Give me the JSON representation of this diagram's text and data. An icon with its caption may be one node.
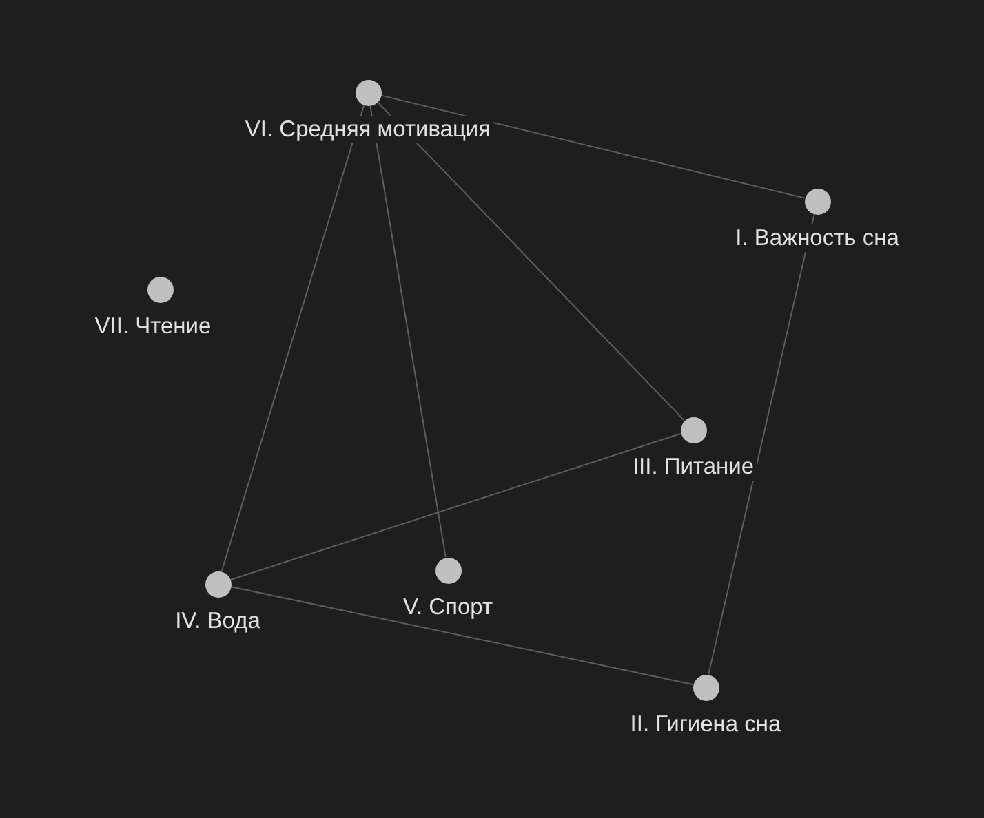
{
  "diagram": {
    "nodes": [
      {
        "text": [
          "VI. Средняя мотивация"
        ]
      },
      {
        "text": [
          "I. Важность сна"
        ]
      },
      {
        "text": [
          "VII. Чтение"
        ]
      },
      {
        "text": [
          "III. Питание"
        ]
      },
      {
        "text": [
          "V. Спорт"
        ]
      },
      {
        "text": [
          "IV. Вода"
        ]
      },
      {
        "text": [
          "II. Гигиена сна"
        ]
      }
    ],
    "edges": [
      {
        "from": 0,
        "to": 1,
        "arrow": "none"
      },
      {
        "from": 0,
        "to": 5,
        "arrow": "none"
      },
      {
        "from": 0,
        "to": 4,
        "arrow": "none"
      },
      {
        "from": 0,
        "to": 3,
        "arrow": "none"
      },
      {
        "from": 1,
        "to": 6,
        "arrow": "none"
      },
      {
        "from": 3,
        "to": 5,
        "arrow": "none"
      },
      {
        "from": 5,
        "to": 6,
        "arrow": "none"
      }
    ]
  }
}
